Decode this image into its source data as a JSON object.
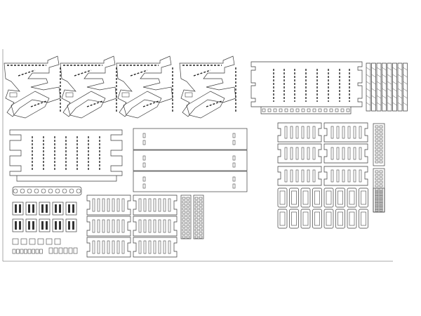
{
  "drawing": {
    "stroke_color": "#3a3a3a",
    "background": "#ffffff",
    "groups": [
      {
        "id": "top-left-panels",
        "count": 4
      },
      {
        "id": "top-right-frame",
        "count": 1
      },
      {
        "id": "top-right-fins",
        "count": 8
      },
      {
        "id": "middle-left-frame",
        "count": 1
      },
      {
        "id": "middle-long-boards",
        "count": 3
      },
      {
        "id": "right-small-frames",
        "count": 9
      },
      {
        "id": "right-cells",
        "count": 16
      },
      {
        "id": "bottom-left-parts",
        "count": 1
      },
      {
        "id": "bottom-mid-frames",
        "count": 6
      },
      {
        "id": "bottom-strips",
        "count": 2
      }
    ]
  }
}
